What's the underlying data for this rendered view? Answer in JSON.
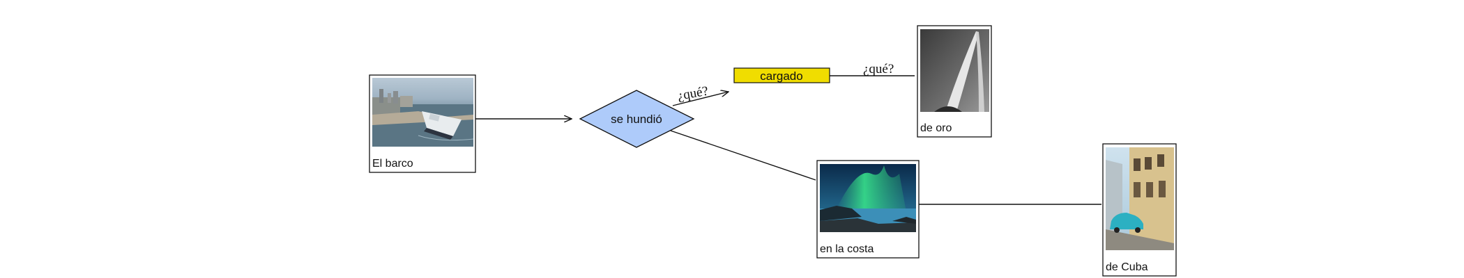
{
  "nodes": {
    "ship": {
      "label": "El barco",
      "image": "cargo-ship-harbor-photo"
    },
    "sank": {
      "label": "se hundió",
      "color": "#aecbfa"
    },
    "loaded": {
      "label": "cargado",
      "color": "#f0dd00"
    },
    "gold": {
      "label": "de oro",
      "image": "gold-sculpture-bw-photo"
    },
    "coast": {
      "label": "en la costa",
      "image": "aurora-coast-photo"
    },
    "cuba": {
      "label": "de Cuba",
      "image": "havana-street-photo"
    }
  },
  "edges": {
    "sank_to_loaded": {
      "label": "¿qué?"
    },
    "loaded_to_gold": {
      "label": "¿qué?"
    }
  },
  "colors": {
    "line": "#111111",
    "frame": "#111111"
  }
}
